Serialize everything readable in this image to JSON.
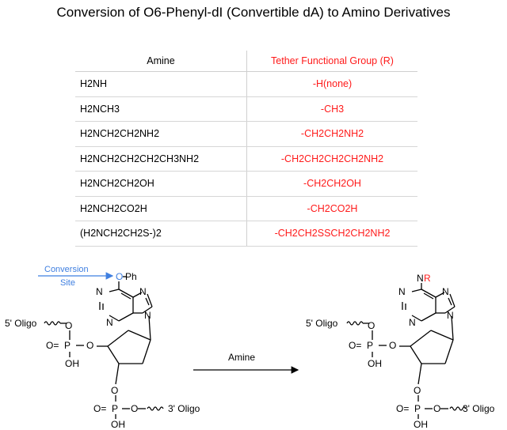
{
  "title": "Conversion of O6-Phenyl-dI (Convertible dA) to Amino Derivatives",
  "table": {
    "headers": [
      "Amine",
      "Tether Functional Group (R)"
    ],
    "rows": [
      [
        "H2NH",
        "-H(none)"
      ],
      [
        "H2NCH3",
        "-CH3"
      ],
      [
        "H2NCH2CH2NH2",
        "-CH2CH2NH2"
      ],
      [
        "H2NCH2CH2CH2CH3NH2",
        "-CH2CH2CH2CH2NH2"
      ],
      [
        "H2NCH2CH2OH",
        "-CH2CH2OH"
      ],
      [
        "H2NCH2CO2H",
        "-CH2CO2H"
      ],
      [
        "(H2NCH2CH2S-)2",
        "-CH2CH2SSCH2CH2NH2"
      ]
    ]
  },
  "scheme": {
    "conversion_label_line1": "Conversion",
    "conversion_label_line2": "Site",
    "o_atom": "O",
    "ph_group": "Ph",
    "n_atom": "N",
    "r_group": "R",
    "five_prime": "5' Oligo",
    "three_prime": "3' Oligo",
    "phosphate_o": "O",
    "phosphate_p": "P",
    "phosphate_eq": "O=",
    "phosphate_oh": "OH",
    "reaction_label": "Amine"
  },
  "colors": {
    "accent_red": "#ff1a1a",
    "conversion_blue": "#3f7fe0",
    "grid": "#cfcfcf"
  }
}
